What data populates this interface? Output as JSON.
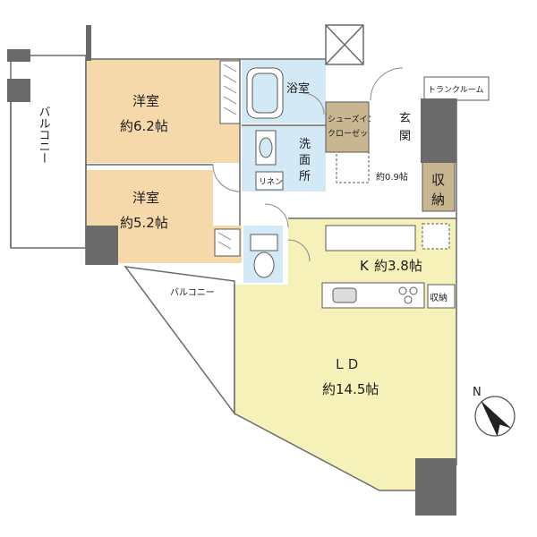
{
  "rooms": {
    "bedroom1": {
      "name": "洋室",
      "size": "約6.2帖"
    },
    "bedroom2": {
      "name": "洋室",
      "size": "約5.2帖"
    },
    "bath": {
      "name": "浴室"
    },
    "washroom": {
      "name_chars": [
        "洗",
        "面",
        "所"
      ]
    },
    "linen": {
      "name": "リネン"
    },
    "shoe_closet": {
      "line1": "シューズイン",
      "line2": "クローゼット"
    },
    "entrance": {
      "name_chars": [
        "玄",
        "関"
      ],
      "size": "約0.9帖"
    },
    "storage": {
      "name_chars": [
        "収",
        "納"
      ]
    },
    "trunk_room": {
      "name": "トランクルーム"
    },
    "kitchen": {
      "name": "K",
      "size": "約3.8帖"
    },
    "kitchen_storage": {
      "name": "収納"
    },
    "living_dining": {
      "name": "ＬＤ",
      "size": "約14.5帖"
    },
    "balcony_main": {
      "name": "バルコニー"
    },
    "balcony_side": {
      "name": "バルコニー"
    }
  },
  "compass": {
    "label": "N"
  },
  "colors": {
    "bedroom": "#f5d9ab",
    "living": "#f6f1b8",
    "wet_area": "#d3e9f6",
    "wood": "#c8b691",
    "wall": "#6a6a6a",
    "balcony": "#ffffff"
  }
}
